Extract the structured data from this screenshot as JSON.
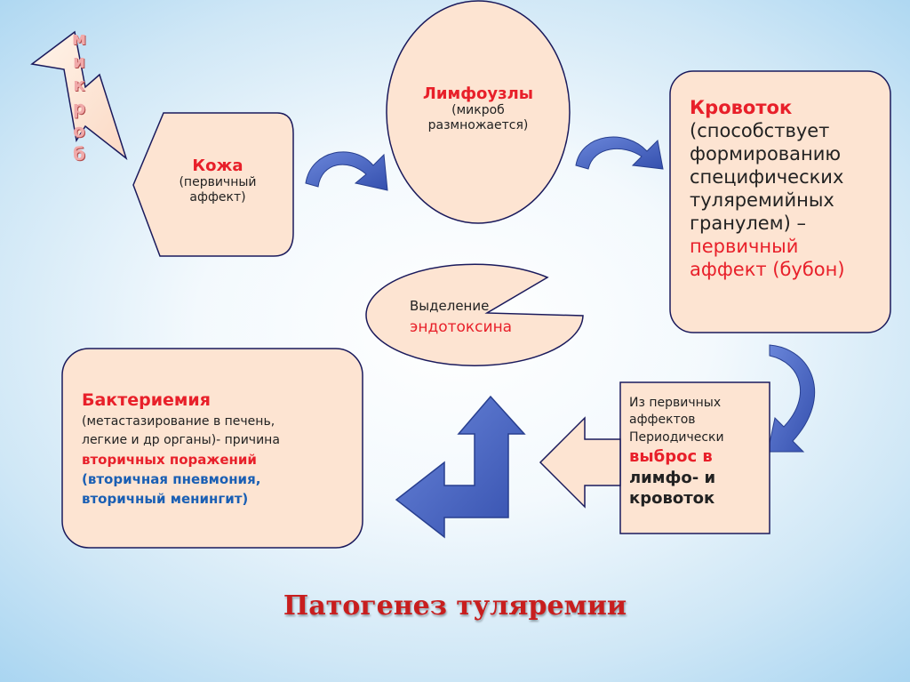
{
  "title": "Патогенез туляремии",
  "microbe": {
    "letters": [
      "м",
      "и",
      "к",
      "р",
      "о",
      "б"
    ]
  },
  "skin": {
    "title": "Кожа",
    "lines": [
      "(первичный",
      "аффект)"
    ]
  },
  "lymph": {
    "title": "Лимфоузлы",
    "lines": [
      "(микроб",
      "размножается)"
    ]
  },
  "bloodstream": {
    "title": "Кровоток",
    "lines": [
      "(способствует",
      "формированию",
      "специфических",
      "туляремийных",
      "гранулем) –"
    ],
    "red_lines": [
      "первичный",
      "аффект (бубон)"
    ]
  },
  "endotoxin": {
    "line1": "Выделение",
    "line2": "эндотоксина"
  },
  "bacteremia": {
    "title": "Бактериемия",
    "lines": [
      "(метастазирование  в печень,",
      "легкие и др органы)- причина"
    ],
    "red_line": "вторичных поражений",
    "blue_lines": [
      "(вторичная пневмония,",
      "вторичный менингит)"
    ]
  },
  "release": {
    "lines": [
      "Из первичных",
      "аффектов",
      "Периодически"
    ],
    "red_line": "выброс в",
    "bold_lines": [
      "лимфо- и",
      "кровоток"
    ]
  },
  "colors": {
    "shape_fill": "#fde4d2",
    "outline": "#1a1a5c",
    "arrow_fill": "#4a66c4",
    "arrow_dark": "#283f8f",
    "accent_red": "#e8202a",
    "accent_blue": "#1a5fb4"
  }
}
